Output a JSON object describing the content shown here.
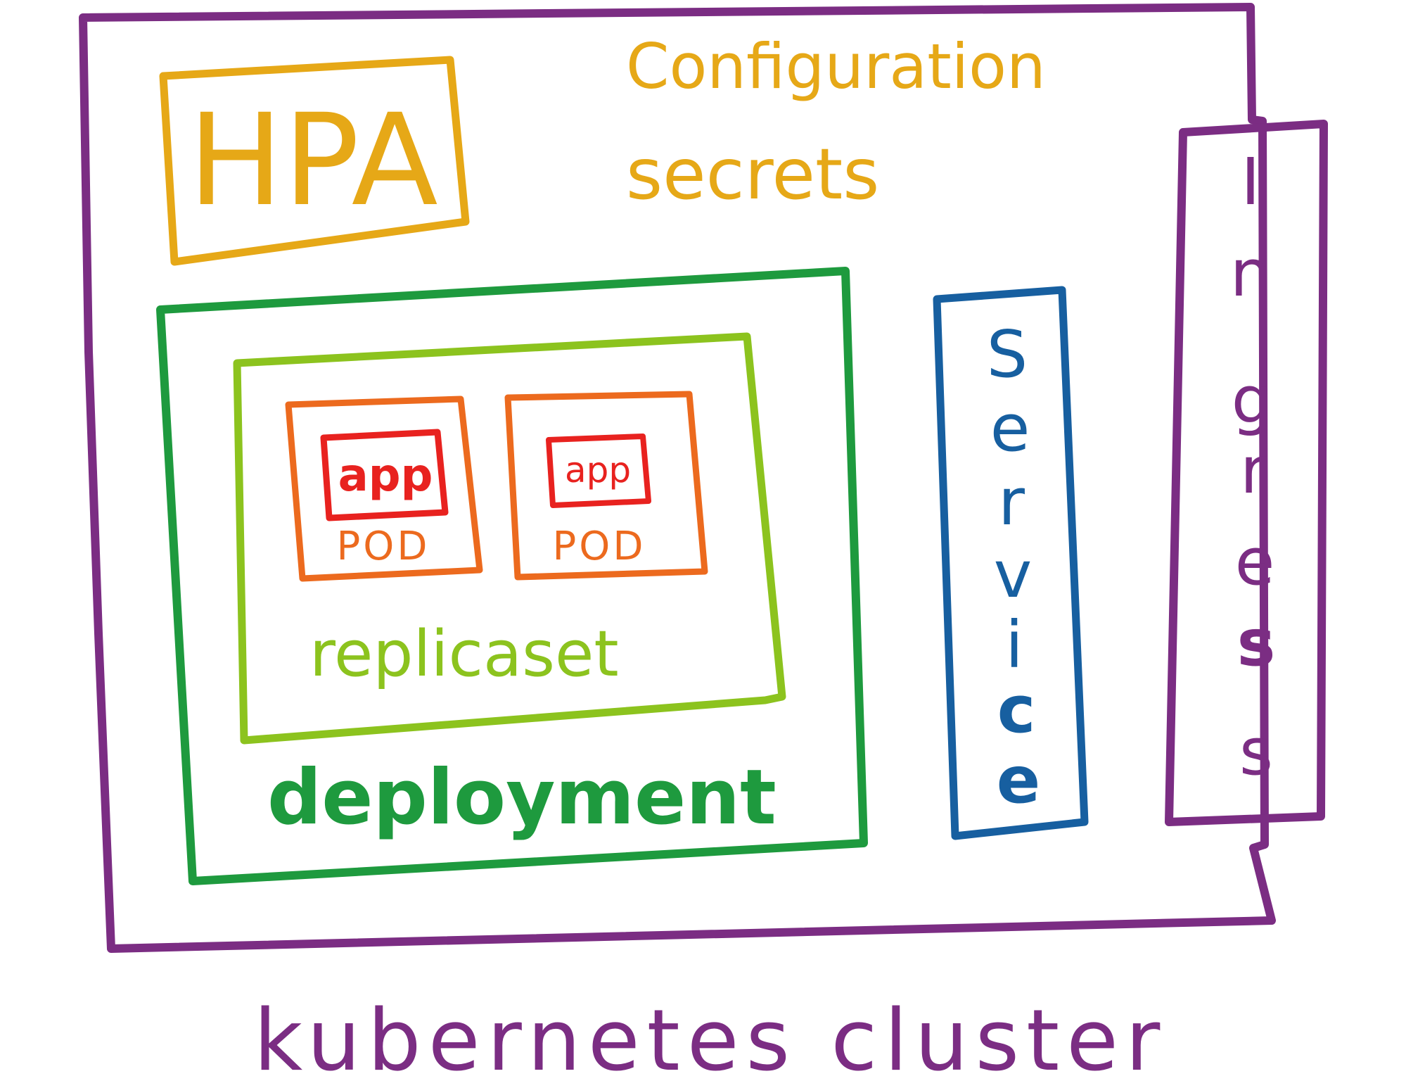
{
  "cluster": {
    "label": "kubernetes cluster"
  },
  "hpa": {
    "label": "HPA"
  },
  "config": {
    "configuration": "Configuration",
    "secrets": "secrets"
  },
  "deployment": {
    "label": "deployment"
  },
  "replicaset": {
    "label": "replicaset"
  },
  "pods": [
    {
      "app_label": "app",
      "pod_label": "POD"
    },
    {
      "app_label": "app",
      "pod_label": "POD"
    }
  ],
  "service": {
    "letters": [
      "S",
      "e",
      "r",
      "v",
      "i",
      "c",
      "e"
    ]
  },
  "ingress": {
    "letters": [
      "I",
      "n",
      "g",
      "r",
      "e",
      "s",
      "s"
    ]
  },
  "colors": {
    "cluster": "#7b2d83",
    "hpa": "#e6a817",
    "deployment": "#1e9a3e",
    "replicaset": "#8cc31e",
    "pod": "#ec6a1e",
    "app": "#e8221f",
    "service": "#175fa0",
    "ingress": "#7b2d83"
  }
}
